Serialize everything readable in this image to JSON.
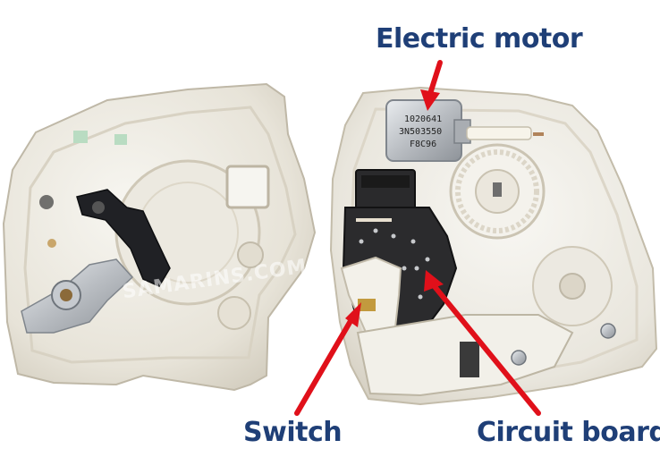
{
  "labels": {
    "motor": "Electric motor",
    "switch": "Switch",
    "circuit_board": "Circuit board"
  },
  "motor_markings": {
    "line1": "1020641",
    "line2": "3N503550",
    "line3": "F8C96"
  },
  "watermark": "SAMARINS.COM",
  "colors": {
    "label_text": "#1f3f77",
    "arrow": "#e0101a",
    "housing": "#f1eee6",
    "board": "#2b2b2d"
  }
}
